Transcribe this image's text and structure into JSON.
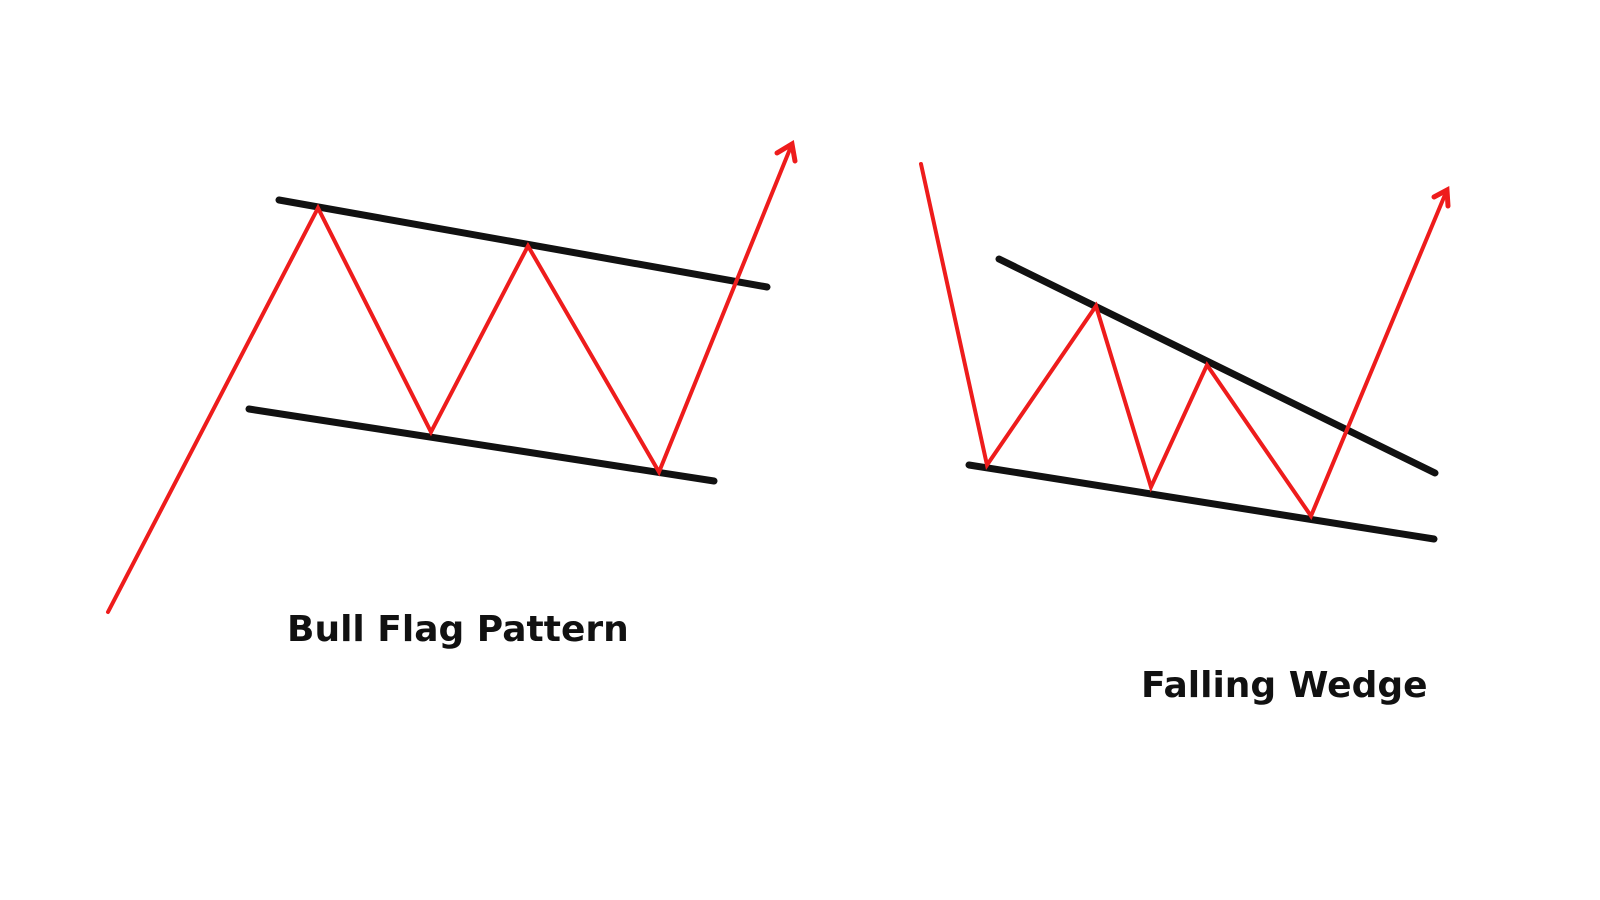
{
  "diagrams": [
    {
      "id": "bull-flag",
      "caption": "Bull Flag Pattern"
    },
    {
      "id": "falling-wedge",
      "caption": "Falling Wedge"
    }
  ],
  "colors": {
    "background": "#ffffff",
    "trendline": "#111111",
    "price_path": "#ee1c1c",
    "caption_text": "#111111"
  },
  "icons": [
    "arrow-up-right-icon"
  ]
}
